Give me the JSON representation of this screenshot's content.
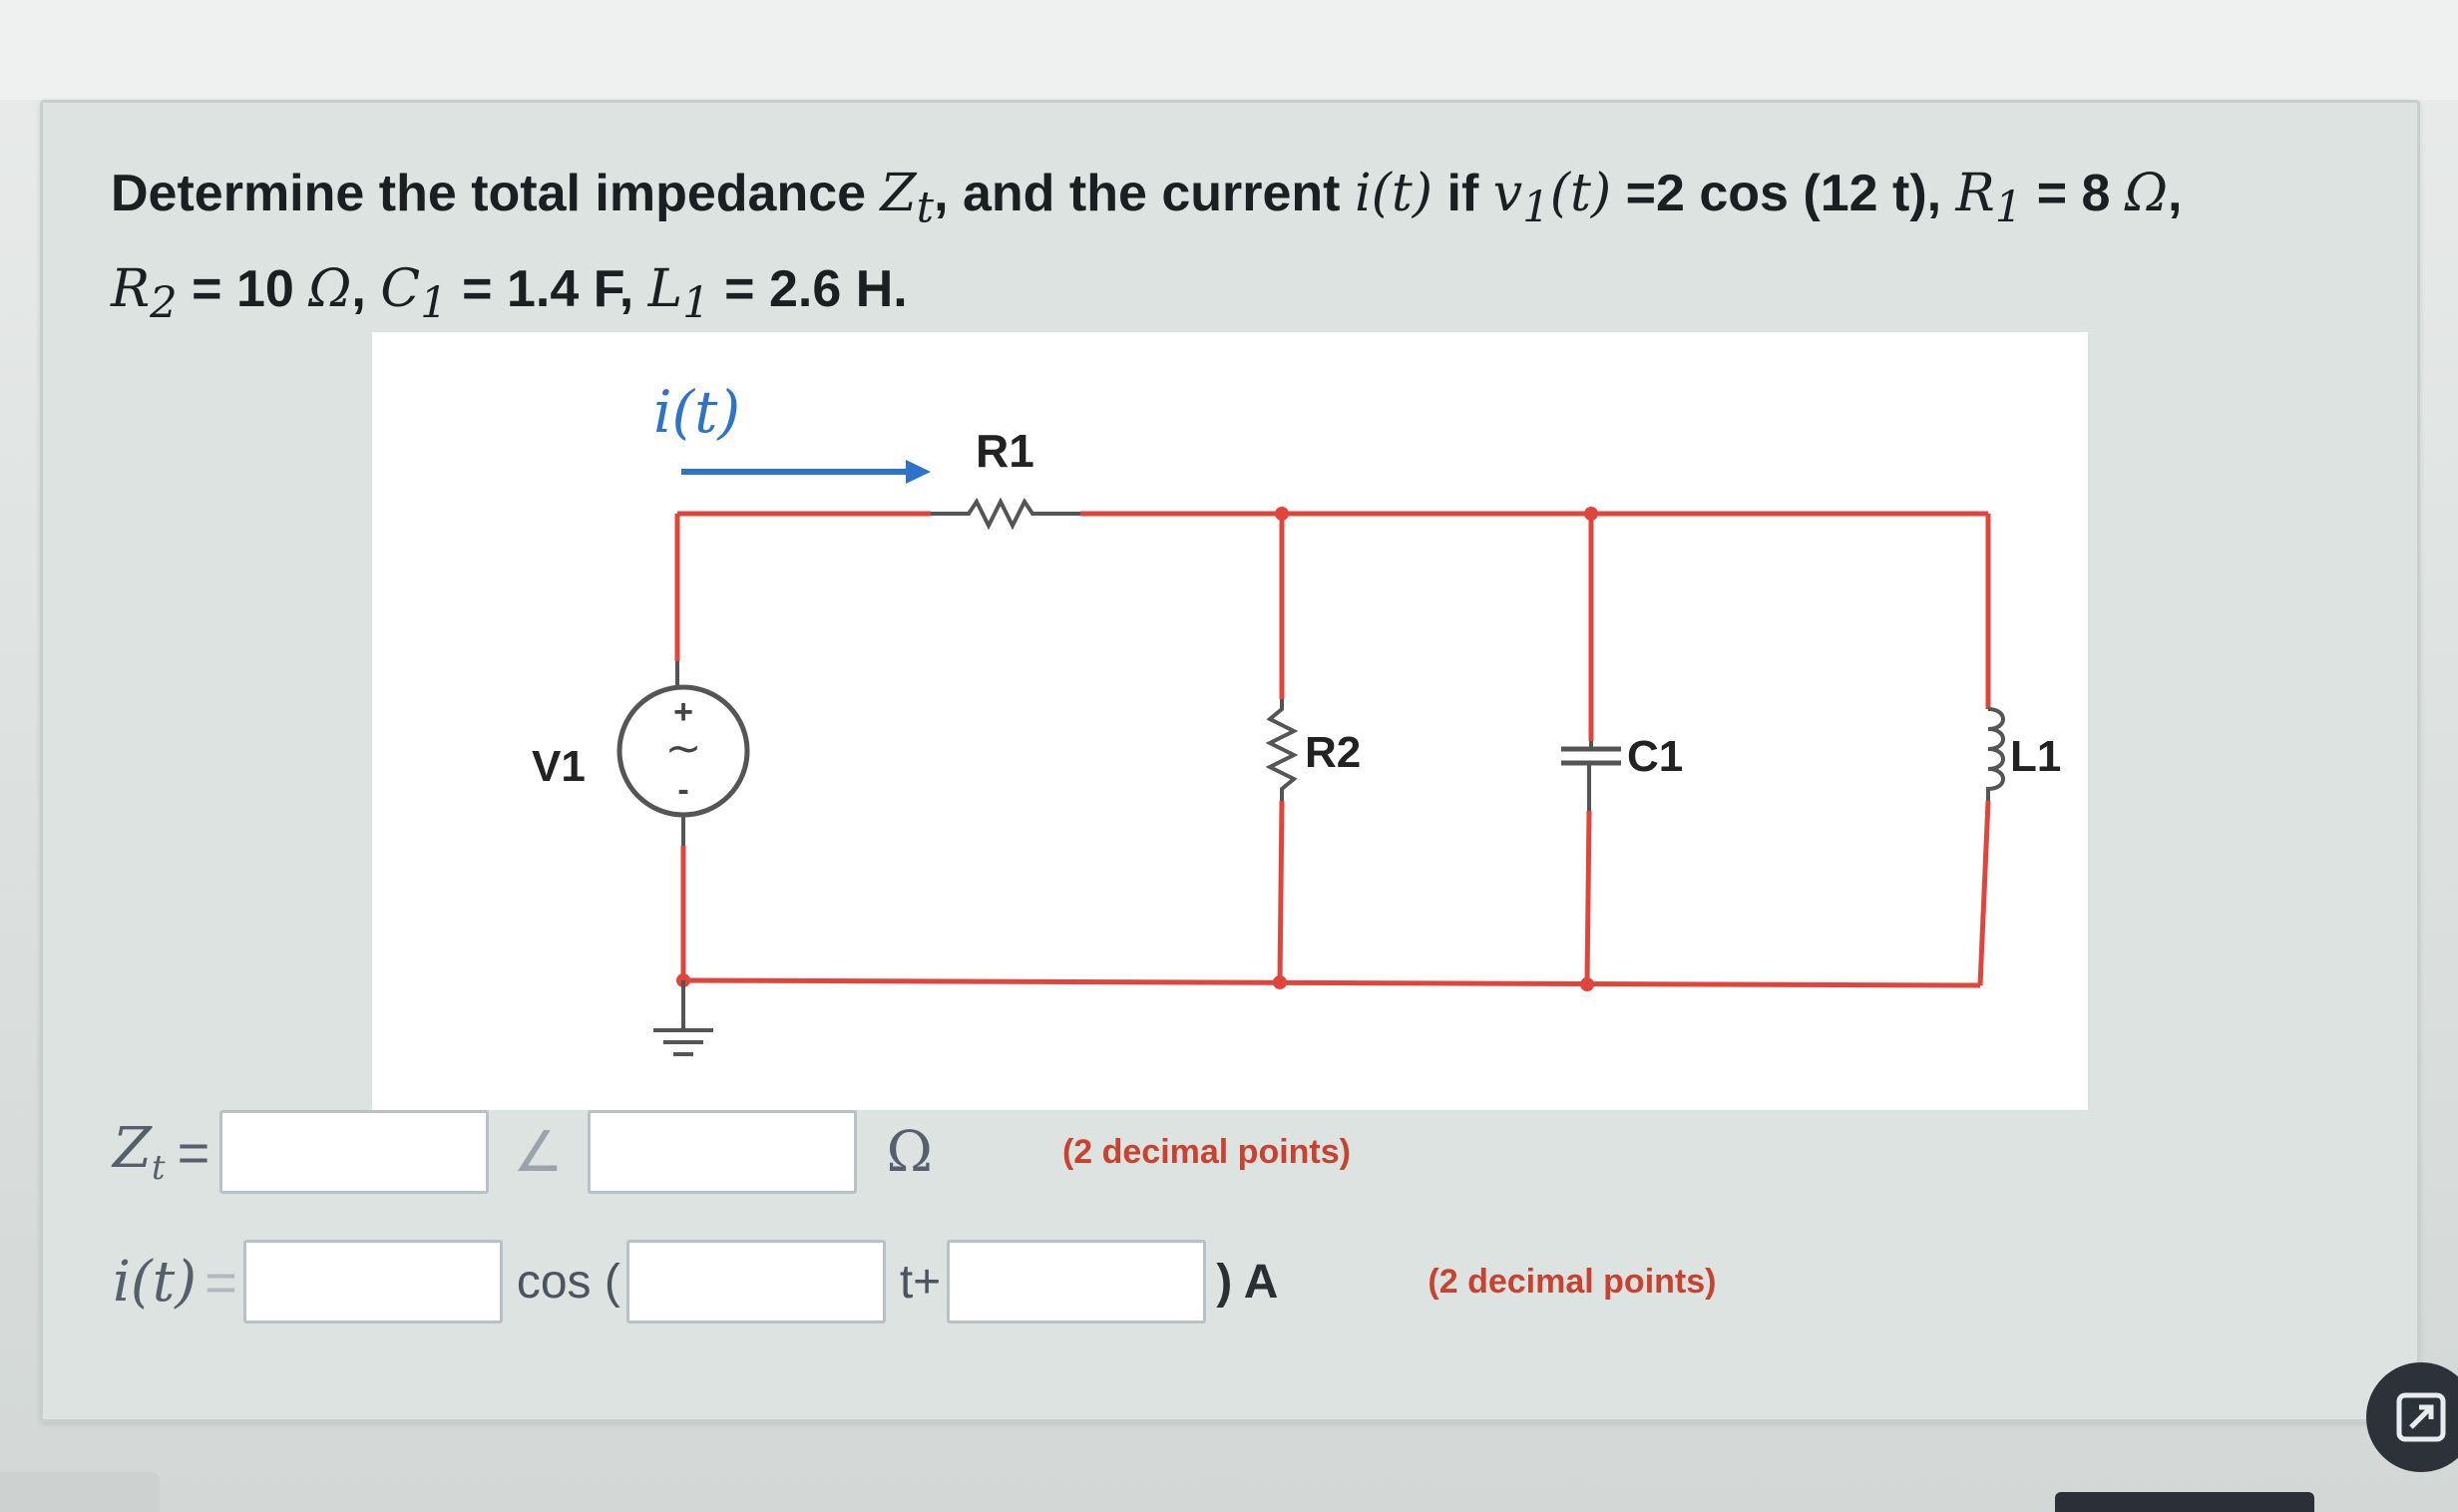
{
  "question": {
    "p1": "Determine the total impedance ",
    "zt_var": "Z",
    "zt_sub": "t",
    "p2": ", and the current ",
    "i_var": "i(t)",
    "p3": " if ",
    "v_var": "v",
    "v_sub": "1",
    "v_arg": "(t)",
    "v_eq": " =2 cos (12 t), ",
    "r1_var": "R",
    "r1_sub": "1",
    "r1_eq": " = 8 ",
    "ohm": "Ω",
    "comma": ",",
    "r2_var": "R",
    "r2_sub": "2",
    "r2_eq": " = 10 ",
    "sep": ", ",
    "c1_var": "C",
    "c1_sub": "1",
    "c1_eq": " = 1.4 F, ",
    "l1_var": "L",
    "l1_sub": "1",
    "l1_eq": " = 2.6 H."
  },
  "circuit": {
    "current_label": "i(t)",
    "source_label": "V1",
    "plus": "+",
    "minus": "-",
    "tilde": "~",
    "r1_label": "R1",
    "r2_label": "R2",
    "c1_label": "C1",
    "l1_label": "L1",
    "wire_color": "#e0453c",
    "arrow_color": "#2f73c8",
    "component_color": "#555555"
  },
  "answers": {
    "zt_label_var": "Z",
    "zt_label_sub": "t",
    "equals": "=",
    "angle_symbol": "∠",
    "ohm_unit": "Ω",
    "zt_note": "(2 decimal points)",
    "it_label": "i(t)",
    "cos_text": "cos (",
    "t_plus_text": "t+",
    "close_unit_text": ") A",
    "it_note": "(2 decimal points)",
    "zt_magnitude_value": "",
    "zt_angle_value": "",
    "it_amplitude_value": "",
    "it_frequency_value": "",
    "it_phase_value": ""
  }
}
